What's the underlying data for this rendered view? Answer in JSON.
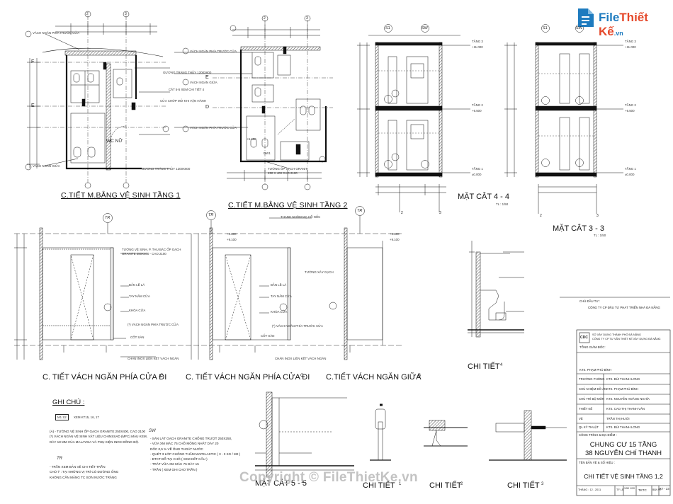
{
  "logo": {
    "part1": "File",
    "part2": "Thiết Kế",
    "suffix": ".vn"
  },
  "watermark": "Copyright © FileThietKe.vn",
  "drawing_titles": {
    "plan1": "C.TIẾT M.BẰNG VỆ SINH TẦNG 1",
    "plan2": "C.TIẾT M.BẰNG VỆ SINH TẦNG 2",
    "sec44": "MẶT CẮT 4 - 4",
    "sec33": "MẶT CẮT 3 - 3",
    "scale": "TL : 1/50",
    "elev_c1": "C. TIẾT VÁCH NGĂN PHÍA CỬA ĐI",
    "elev_c2": "C. TIẾT VÁCH NGĂN PHÍA CỬA ĐI",
    "elev_b": "C.TIẾT VÁCH NGĂN GIỮA",
    "detail4": "CHI TIẾT",
    "sec5": "MẶT CẮT 5 - 5",
    "detail1": "CHI TIẾT",
    "detail2": "CHI TIẾT",
    "detail3": "CHI TIẾT"
  },
  "callouts": {
    "c": "C",
    "b": "B",
    "n4": "4",
    "n1": "1",
    "n2": "2",
    "n3": "3",
    "tr": "TR",
    "s1": "S1",
    "sw": "SW"
  },
  "grid": {
    "g2": "2",
    "g3": "3",
    "gF": "F",
    "gE": "E",
    "gD": "D",
    "gC": "C"
  },
  "plan_labels": {
    "vach_ngan_cua": "VÁCH NGĂN PHÍA TRƯỚC CỬA",
    "vach_ngan_giua": "VÁCH NGĂN GIỮA",
    "guong": "GƯƠNG TRÁNG THỦY 1200X600",
    "wc_nu": "WC NỮ",
    "cua_chop": "CỬA CHỚP MỞ KHI VẬN HÀNH",
    "cat55": "CẮT 5-5 XEM CHI TIẾT 4",
    "op_gach": "TƯỜNG ỐP GẠCH GRANIT",
    "kich_thuoc": "250 X 400 CAO 2100",
    "dw1": "DW1",
    "level": "+5.480"
  },
  "elev_labels": {
    "tuong_ve_sinh": "TƯỜNG VỆ SINH, P. THU BÁC ỐP GẠCH",
    "granite": "GRANITE 250X400 - CAO 2100",
    "ban_le": "BẢN LỀ LÁ",
    "tay_nam": "TAY NẮM CỬA",
    "khoa_cua": "KHÓA CỬA",
    "vach_ngan": "(*) VÁCH NGĂN PHÍA TRƯỚC CỬA",
    "cot_san": "CỐT SÀN",
    "chan_inox": "CHÂN INOX LIÊN KẾT VÁCH NGĂN",
    "thanh_nhom": "THANH NHÔM MẠ CỔ NỐC",
    "tuong_xay": "TƯỜNG XÂY GẠCH",
    "level1": "+4.800",
    "level2": "+9.100"
  },
  "notes_title": "GHI CHÚ :",
  "notes_keys": [
    "M1 S2",
    "XEM KT15, 16, 17",
    "TR",
    "SW"
  ],
  "notes_left": [
    "(A) - TƯỜNG VỆ SINH ỐP GẠCH GRANITE 250X400, CAO 2100",
    "(*) VÁCH NGĂN VỆ SINH VẬT LIỆU CHINSSAD (MFC) MÀU KEM,",
    "DÀY 18 MM CỦA MALAYSIA VÀ PHỤ KIỆN INOX ĐỒNG BỘ."
  ],
  "notes_tr": [
    "- TRẦN XEM BẢN VẼ CHI TIẾT TRẦN",
    "CHÚ Ý : TẠI NHỮNG VỊ TRÍ CÓ ĐƯỜNG ỐNG",
    "KHÔNG CẦN MẢNG TC SƠN NƯỚC TRẮNG"
  ],
  "notes_sw": [
    "- SÀN LÁT GẠCH GRANITE CHỐNG TRƯỢT 250X250,",
    "- VỮA XM MÁC 75 CHỖ MỎNG NHẤT DÀY 20",
    "DỐC 0,5 % VỀ ỐNG THOÁT NƯỚC",
    "- QUÉT 3 LỚP CHỐNG THẤM MAPELASTIC ( 3 - 3 KG / M2 )",
    "- BTCT ĐỔ TẠI CHỖ ( XEM KẾT CẤU )",
    "- TRÁT VỮA XM MÁC 75 DÀY 15",
    "- TRẦN ( XEM GHI CHÚ TRẦN )"
  ],
  "title_block": {
    "chu_dau_tu_label": "CHỦ ĐẦU TƯ :",
    "chu_dau_tu": "CÔNG TY CP ĐẦU TƯ PHÁT TRIỂN NHÀ ĐÀ NẴNG",
    "company1": "SỞ XÂY DỰNG THÀNH PHỐ ĐÀ NẴNG",
    "company2": "CÔNG TY CP TƯ VẤN THIẾT KẾ XÂY DỰNG ĐÀ NẴNG",
    "cdc": "CDC",
    "tong_giam_doc": "TỔNG GIÁM ĐỐC:",
    "gd_name": "KTS. PHẠM PHÚ BÌNH",
    "rows": [
      {
        "label": "TRƯỞNG PHÒNG",
        "name": "KTS. BÙI THANH LONG"
      },
      {
        "label": "CHỦ NHIỆM ĐỒ ÁN",
        "name": "KTS. PHẠM PHÚ BÌNH"
      },
      {
        "label": "CHỦ TRÌ BỘ MÔN",
        "name": "KTS. NGUYỄN HOÀNG NGHĨA"
      },
      {
        "label": "THIẾT KẾ",
        "name": "KTS. CAO THỊ THANH VÂN"
      },
      {
        "label": "VẼ",
        "name": "TRẦN THỊ HƯỜI"
      },
      {
        "label": "QL KỸ THUẬT",
        "name": "KTS. BÙI THANH LONG"
      }
    ],
    "cong_trinh_label": "CÔNG TRÌNH & ĐỊA ĐIỂM :",
    "project1": "CHUNG CƯ 15 TẦNG",
    "project2": "38 NGUYỄN CHÍ  THANH",
    "ten_ban_ve_label": "TÊN BẢN VẼ & SỐ HIỆU :",
    "drawing_name": "CHI TIẾT VỆ SINH TẦNG 1,2",
    "date": "THÁNG : 12 - 2011",
    "ty_le": "TỶ LỆ",
    "scale": "1/50 1/20",
    "tktc": "TKTC",
    "ban_ve": "BẢN VẼ",
    "sheet": "KT - 23"
  },
  "section_labels": {
    "tang1": "TẦNG 1",
    "tang2": "TẦNG 2",
    "tang3": "TẦNG 3",
    "lv1": "+11.000",
    "lv2": "+6.500",
    "lv3": "±0.000"
  }
}
